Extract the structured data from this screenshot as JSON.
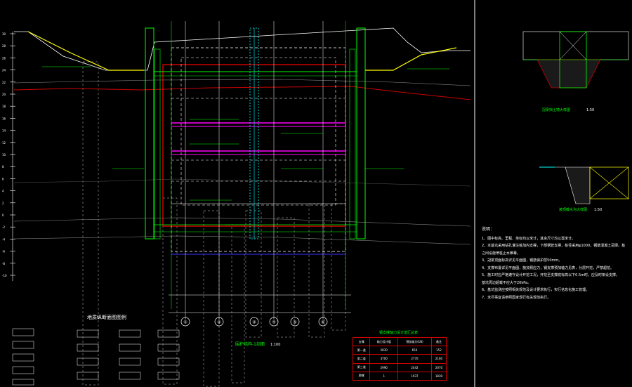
{
  "drawing": {
    "main_section_caption": "围护结构-1剖面",
    "main_section_scale": "1:100",
    "detail1_caption": "冠梁挡土墙大样图",
    "detail1_scale": "1:50",
    "detail2_caption": "坡顶截水沟大样图",
    "detail2_scale": "1:50",
    "legend_title": "地质纵断面图图例",
    "notes_title": "说明：",
    "notes": [
      "1、图中标高、里程、坐标均以米计，其余尺寸均以毫米计。",
      "2、本基坑采用钻孔灌注桩加内支撑，下部钢管支撑，桩径采用φ1000，钢筋混凝土冠梁。桩",
      "   之间设旋喷桩止水帷幕。",
      "3、冠梁顶面标高详见平面图，钢筋保护层50mm。",
      "4、支撑布置详见平面图，施加预应力，钢支撑预加轴力见表，分层开挖，严禁超挖。",
      "5、施工时应严格遵守设计开挖工况，开挖至支撑底标高以下0.5m时，应及时架设支撑。",
      "   基坑周边超载不应大于20kPa。",
      "6、基坑监测应按照相关规范及设计要求执行，实行信息化施工管理。",
      "7、未尽事宜请参照国家现行有关规范执行。"
    ],
    "table_title": "钢支撑轴力设计值汇总表",
    "table": [
      [
        "支撑",
        "轴力设计值",
        "预加轴力(kN)",
        "备注"
      ],
      [
        "第一道",
        "2830",
        "650",
        "152"
      ],
      [
        "第二道",
        "3700",
        "2770",
        "2160"
      ],
      [
        "第三道",
        "2990",
        "2442",
        "2070"
      ],
      [
        "换撑",
        "1",
        "1937",
        "1839"
      ]
    ],
    "axis_labels": [
      "①",
      "②",
      "③",
      "④",
      "⑤",
      "⑥"
    ],
    "elevation_labels": [
      "30",
      "28",
      "26",
      "24",
      "22",
      "20",
      "18",
      "16",
      "14",
      "12",
      "10",
      "8",
      "6",
      "4",
      "2",
      "0",
      "-2",
      "-4",
      "-6",
      "-8",
      "-10"
    ]
  },
  "colors": {
    "background": "#000000",
    "structure": "#00ff00",
    "rebar": "#ff00ff",
    "dimension": "#ffffff",
    "section_outline": "#ff0000",
    "pipe": "#00ffff",
    "water": "#3333ff",
    "grade": "#ffff00"
  }
}
